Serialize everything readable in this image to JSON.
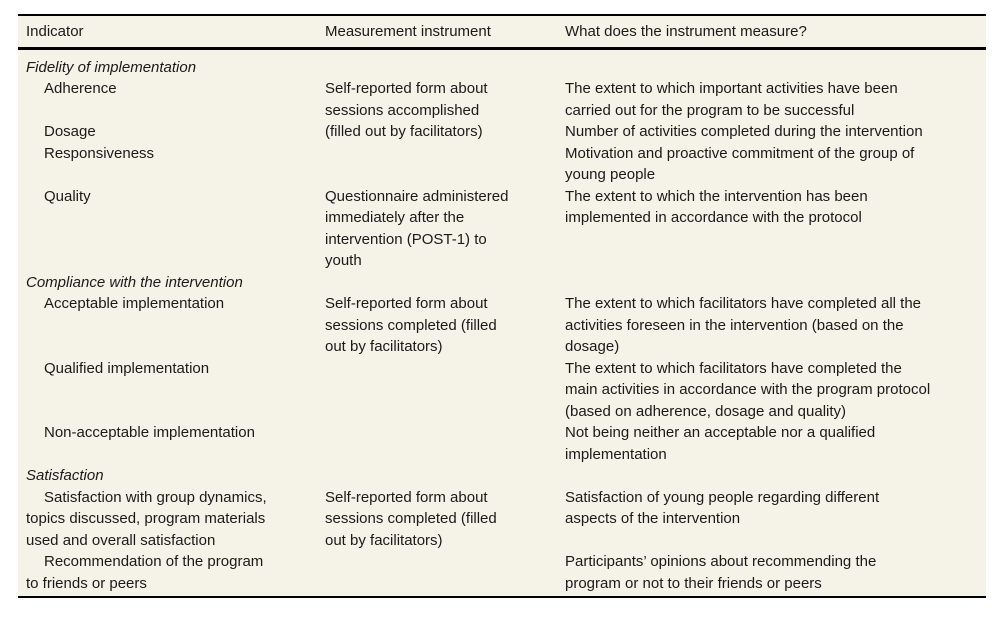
{
  "colors": {
    "table_background": "#f5f2e7",
    "text": "#1a1a1a",
    "rule": "#000000",
    "page_background": "#ffffff"
  },
  "table": {
    "headers": [
      "Indicator",
      "Measurement instrument",
      "What does the instrument measure?"
    ],
    "sections": [
      {
        "title": "Fidelity of implementation",
        "rows": [
          {
            "indicator": [
              "Adherence"
            ],
            "instrument": [
              "Self-reported form about",
              "sessions accomplished",
              "(filled out by facilitators)"
            ],
            "measure": [
              "The extent to which important activities have been",
              "carried out for the program to be successful"
            ]
          },
          {
            "indicator": [
              "Dosage"
            ],
            "instrument": [],
            "measure": [
              "Number of activities completed during the intervention"
            ]
          },
          {
            "indicator": [
              "Responsiveness"
            ],
            "instrument": [],
            "measure": [
              "Motivation and proactive commitment of the group of",
              "young people"
            ]
          },
          {
            "indicator": [
              "Quality"
            ],
            "instrument": [
              "Questionnaire administered",
              "immediately after the",
              "intervention (POST-1) to",
              "youth"
            ],
            "measure": [
              "The extent to which the intervention has been",
              "implemented in accordance with the protocol"
            ]
          }
        ]
      },
      {
        "title": "Compliance with the intervention",
        "rows": [
          {
            "indicator": [
              "Acceptable implementation"
            ],
            "instrument": [
              "Self-reported form about",
              "sessions completed (filled",
              "out by facilitators)"
            ],
            "measure": [
              "The extent to which facilitators have completed all the",
              "activities foreseen in the intervention (based on the",
              "dosage)"
            ]
          },
          {
            "indicator": [
              "Qualified implementation"
            ],
            "instrument": [],
            "measure": [
              "The extent to which facilitators have completed the",
              "main activities in accordance with the program protocol",
              "(based on adherence, dosage and quality)"
            ]
          },
          {
            "indicator": [
              "Non-acceptable implementation"
            ],
            "instrument": [],
            "measure": [
              "Not being neither an acceptable nor a qualified",
              "implementation"
            ]
          }
        ]
      },
      {
        "title": "Satisfaction",
        "rows": [
          {
            "indicator": [
              "Satisfaction with group dynamics,",
              "topics discussed, program materials",
              "used and overall satisfaction"
            ],
            "instrument": [
              "Self-reported form about",
              "sessions completed (filled",
              "out by facilitators)"
            ],
            "measure": [
              "Satisfaction of young people regarding different",
              "aspects of the intervention"
            ]
          },
          {
            "indicator": [
              "Recommendation of the program",
              "to friends or peers"
            ],
            "instrument": [],
            "measure": [
              "Participants’ opinions about recommending the",
              "program or not to their friends or peers"
            ]
          }
        ]
      }
    ]
  }
}
